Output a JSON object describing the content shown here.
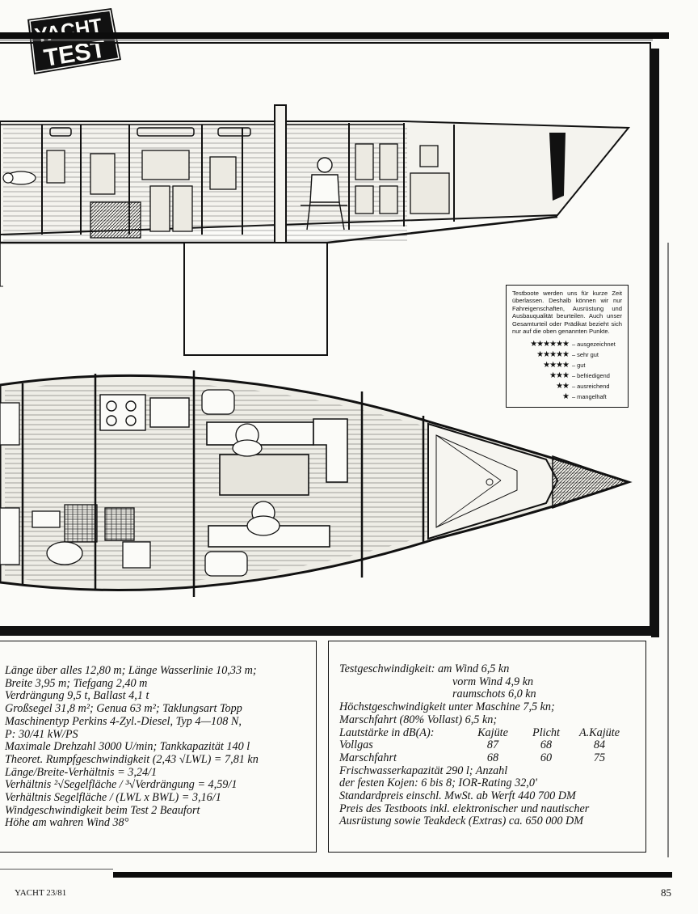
{
  "logo": {
    "line1": "YACHT",
    "line2": "TEST"
  },
  "legend": {
    "note": "Testboote werden uns für kurze Zeit überlassen. Deshalb können wir nur Fahreigenschaften, Ausrüstung und Ausbauqualität beurteilen. Auch unser Gesamturteil oder Prädikat bezieht sich nur auf die oben genannten Punkte.",
    "ratings": [
      {
        "stars": "★★★★★★",
        "label": "– ausgezeichnet"
      },
      {
        "stars": "★★★★★",
        "label": "– sehr gut"
      },
      {
        "stars": "★★★★",
        "label": "– gut"
      },
      {
        "stars": "★★★",
        "label": "– befriedigend"
      },
      {
        "stars": "★★",
        "label": "– ausreichend"
      },
      {
        "stars": "★",
        "label": "– mangelhaft"
      }
    ]
  },
  "specs_left": [
    "Länge über alles 12,80 m; Länge Wasserlinie 10,33 m;",
    "Breite 3,95 m; Tiefgang 2,40 m",
    "Verdrängung 9,5 t, Ballast 4,1 t",
    "Großsegel 31,8 m²; Genua 63 m²; Taklungsart Topp",
    "Maschinentyp Perkins 4-Zyl.-Diesel, Typ 4—108 N,",
    "P: 30/41 kW/PS",
    "Maximale Drehzahl 3000 U/min; Tankkapazität 140 l",
    "Theoret. Rumpfgeschwindigkeit (2,43 √LWL) = 7,81 kn",
    "Länge/Breite-Verhältnis = 3,24/1",
    "Verhältnis ²√Segelfläche / ³√Verdrängung = 4,59/1",
    "Verhältnis Segelfläche / (LWL x BWL) = 3,16/1",
    "Windgeschwindigkeit beim Test 2 Beaufort",
    "Höhe am wahren Wind 38°"
  ],
  "specs_right": {
    "speed_1": "Testgeschwindigkeit: am Wind 6,5 kn",
    "speed_2": "vorm Wind 4,9 kn",
    "speed_3": "raumschots 6,0 kn",
    "engine_max": "Höchstgeschwindigkeit unter Maschine 7,5 kn;",
    "engine_cruise": "Marschfahrt (80% Vollast) 6,5 kn;",
    "noise_header": [
      "Lautstärke in dB(A):",
      "Kajüte",
      "Plicht",
      "A.Kajüte"
    ],
    "noise_rows": [
      [
        "Vollgas",
        "87",
        "68",
        "84"
      ],
      [
        "Marschfahrt",
        "68",
        "60",
        "75"
      ]
    ],
    "water": "Frischwasserkapazität 290 l; Anzahl",
    "berths": "der festen Kojen: 6 bis 8; IOR-Rating 32,0'",
    "price_std": "Standardpreis einschl. MwSt. ab Werft 440 700 DM",
    "price_test_1": "Preis des Testboots inkl. elektronischer und nautischer",
    "price_test_2": "Ausrüstung sowie Teakdeck (Extras) ca. 650 000 DM"
  },
  "footer": {
    "issue": "YACHT 23/81",
    "page": "85"
  }
}
